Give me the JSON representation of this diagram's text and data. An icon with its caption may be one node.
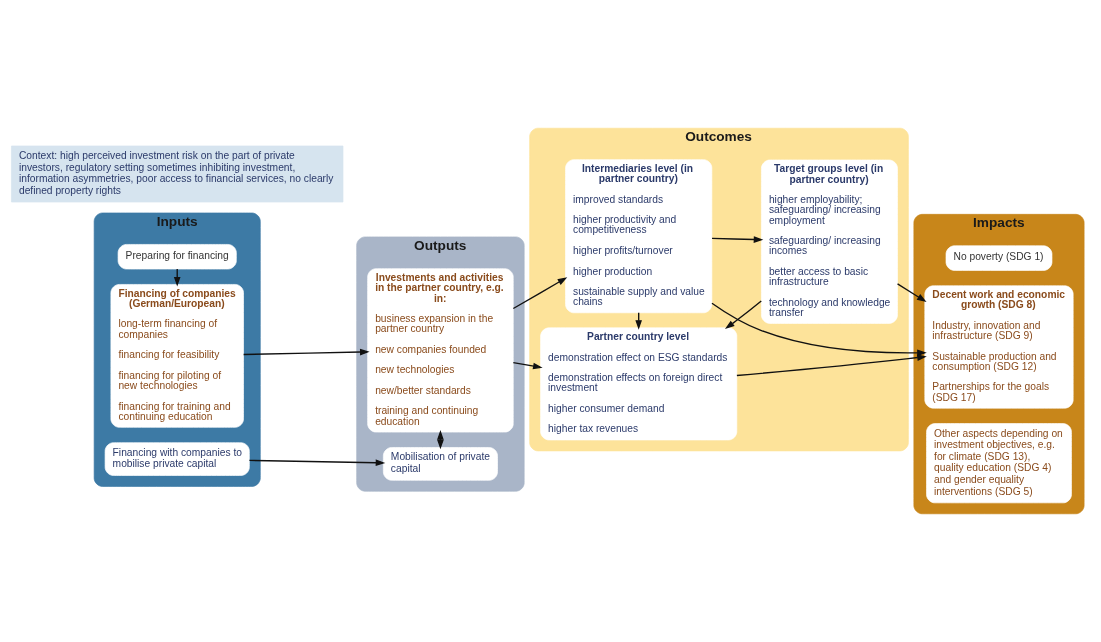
{
  "diagram": {
    "nodes": [
      {
        "text": [
          "Inputs"
        ]
      },
      {
        "text": [
          "Preparing for financing"
        ],
        "in": 0
      },
      {
        "text": [
          "Financing of companies (German/European)",
          "long-term financing of companies",
          "financing for feasibility",
          "financing for piloting of new technologies",
          "financing for training and continuing education"
        ],
        "in": 0
      },
      {
        "text": [
          "Financing with companies to mobilise private capital"
        ],
        "in": 0
      },
      {
        "text": [
          "Outputs"
        ]
      },
      {
        "text": [
          "Investments and activities in the partner country, e.g. in:",
          "business expansion in the partner country",
          "new companies founded",
          "new technologies",
          "new/better standards",
          "training and continuing education"
        ],
        "in": 4
      },
      {
        "text": [
          "Mobilisation of private capital"
        ],
        "in": 4
      },
      {
        "text": [
          "Outcomes"
        ]
      },
      {
        "text": [
          "Intermediaries level (in partner country)",
          "improved standards",
          "higher productivity and competitiveness",
          "higher profits/turnover",
          "higher production",
          "sustainable supply and value chains"
        ],
        "in": 7
      },
      {
        "text": [
          "Target groups level (in partner country)",
          "higher employability; safeguarding/ increasing employment",
          "safeguarding/ increasing incomes",
          "better access to basic infrastructure",
          "technology and knowledge transfer"
        ],
        "in": 7
      },
      {
        "text": [
          "Partner country level",
          "demonstration effect on ESG standards",
          "demonstration effects on foreign direct investment",
          "higher consumer demand",
          "higher tax revenues"
        ],
        "in": 7
      },
      {
        "text": [
          "Impacts"
        ]
      },
      {
        "text": [
          "No poverty (SDG 1)"
        ],
        "in": 11
      },
      {
        "text": [
          "Decent work and economic growth (SDG 8)",
          "Industry, innovation and infrastructure (SDG 9)",
          "Sustainable production and consumption (SDG 12)",
          "Partnerships for the goals (SDG 17)"
        ],
        "in": 11
      },
      {
        "text": [
          "Other aspects depending on investment objectives, e.g. for climate (SDG 13), quality education (SDG 4) and gender equality interventions (SDG 5)"
        ],
        "in": 11
      },
      {
        "text": [
          "Context: high perceived investment risk on the part of private investors, regulatory setting sometimes inhibiting investment, information asymmetries, poor access to financial services, no clearly defined property rights"
        ]
      }
    ],
    "edges": [
      {
        "from": 1,
        "to": 2,
        "arrow": "to"
      },
      {
        "from": 2,
        "to": 5,
        "arrow": "to"
      },
      {
        "from": 3,
        "to": 6,
        "arrow": "to"
      },
      {
        "from": 5,
        "to": 6,
        "arrow": "both"
      },
      {
        "from": 5,
        "to": 8,
        "arrow": "to"
      },
      {
        "from": 5,
        "to": 10,
        "arrow": "to"
      },
      {
        "from": 8,
        "to": 9,
        "arrow": "to"
      },
      {
        "from": 8,
        "to": 10,
        "arrow": "to"
      },
      {
        "from": 9,
        "to": 10,
        "arrow": "to"
      },
      {
        "from": 8,
        "to": 13,
        "arrow": "to"
      },
      {
        "from": 9,
        "to": 13,
        "arrow": "to"
      },
      {
        "from": 10,
        "to": 13,
        "arrow": "to"
      }
    ]
  }
}
